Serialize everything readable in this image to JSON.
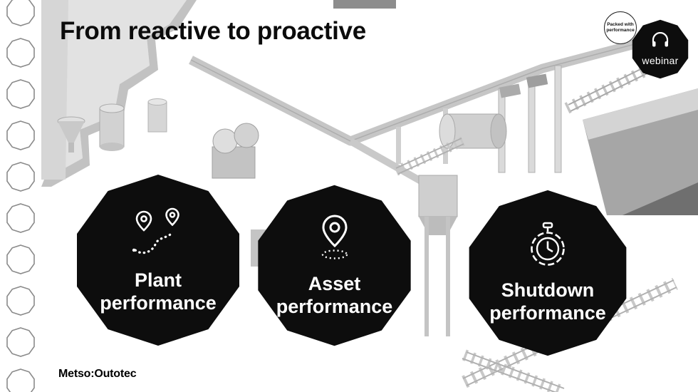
{
  "slide": {
    "title": "From reactive to proactive",
    "brand": "Metso:Outotec"
  },
  "webinar_badge": {
    "label": "webinar",
    "mini_badge": "Packed with performance",
    "icon": "headphones-icon"
  },
  "cards": [
    {
      "line1": "Plant",
      "line2": "performance",
      "icon": "route-map-icon"
    },
    {
      "line1": "Asset",
      "line2": "performance",
      "icon": "location-pin-icon"
    },
    {
      "line1": "Shutdown",
      "line2": "performance",
      "icon": "stopwatch-icon"
    }
  ],
  "colors": {
    "card_background": "#0d0d0d",
    "card_text": "#ffffff",
    "title_text": "#0b0b0b",
    "illustration_gray": "#c6c6c6"
  }
}
